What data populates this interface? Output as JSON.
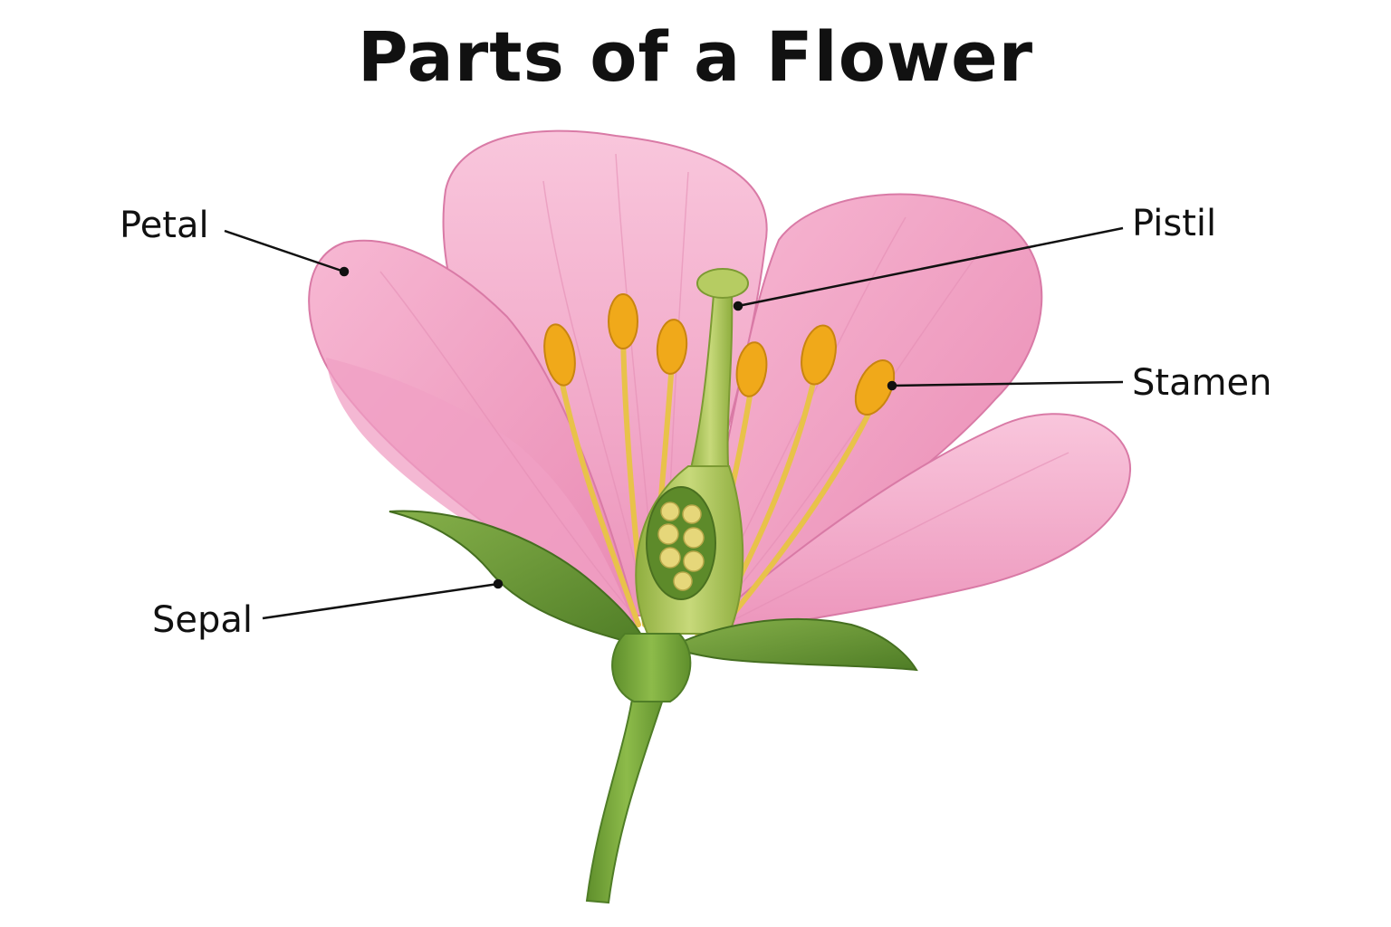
{
  "title": "Parts of a Flower",
  "labels": {
    "petal": "Petal",
    "pistil": "Pistil",
    "stamen": "Stamen",
    "sepal": "Sepal"
  },
  "colors": {
    "petal": "#f4a9c8",
    "petal_shade": "#e886b0",
    "sepal": "#6f9a3c",
    "stem": "#7fae3f",
    "pistil": "#a9c15a",
    "filament": "#e8c24a",
    "anther": "#f0a91a",
    "ovule": "#e6d77a"
  }
}
